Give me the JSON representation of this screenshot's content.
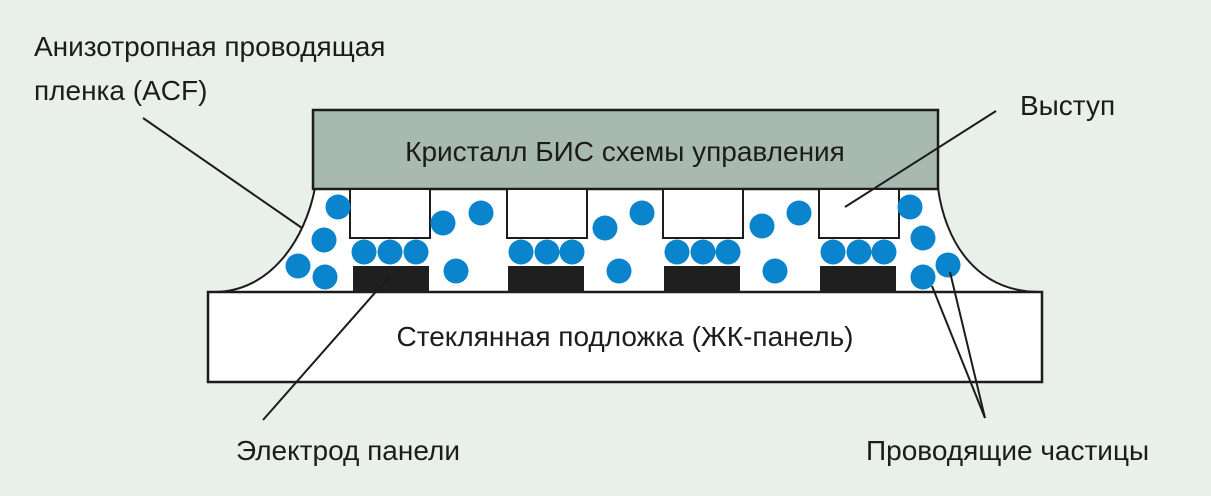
{
  "labels": {
    "acf_line1": "Анизотропная проводящая",
    "acf_line2": "пленка (ACF)",
    "chip": "Кристалл БИС схемы управления",
    "bump": "Выступ",
    "substrate": "Стеклянная подложка (ЖК-панель)",
    "electrode": "Электрод панели",
    "particles": "Проводящие частицы"
  },
  "colors": {
    "background": "#e9efe9",
    "chip_fill": "#a8bab0",
    "particle": "#0a84cc",
    "electrode": "#1f1f1f",
    "outline": "#1c1c1c",
    "white": "#ffffff"
  }
}
